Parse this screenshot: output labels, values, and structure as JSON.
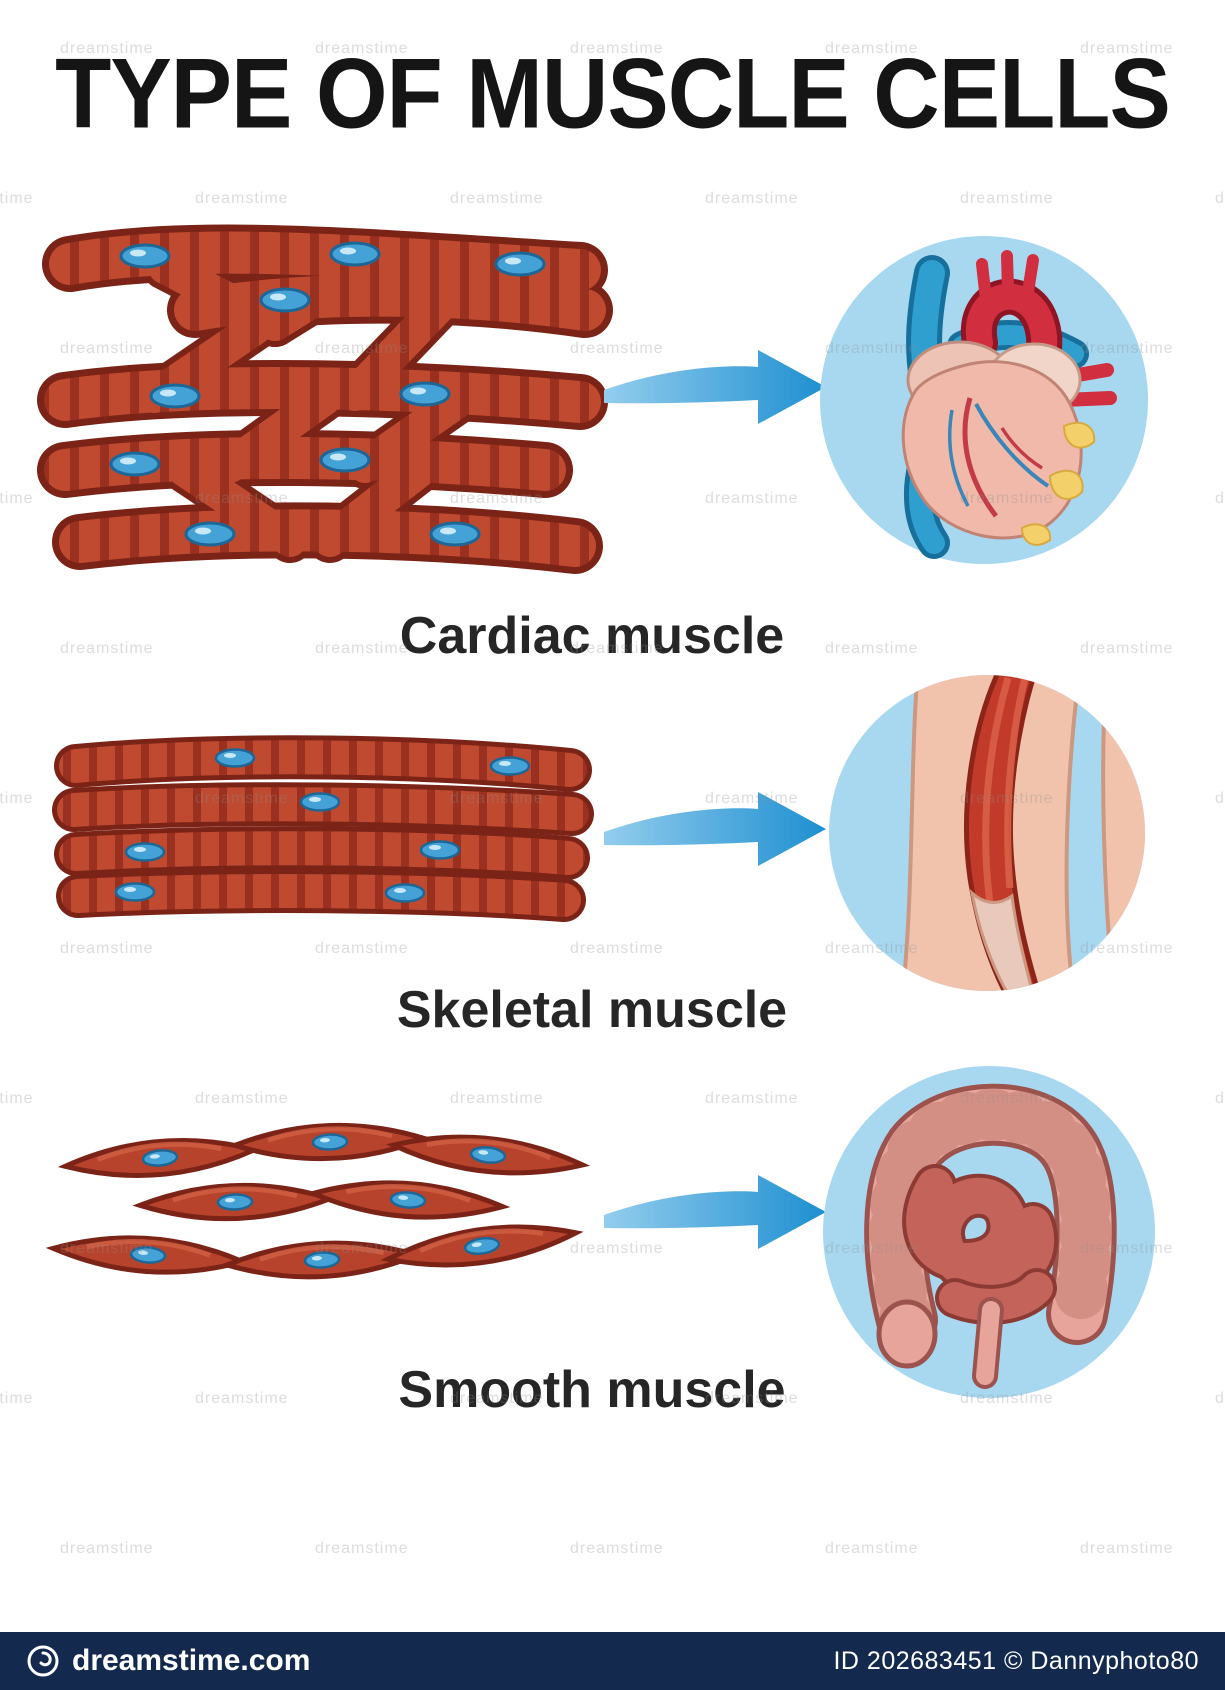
{
  "title": "TYPE OF MUSCLE CELLS",
  "sections": [
    {
      "id": "cardiac",
      "label": "Cardiac muscle",
      "cell_icon": "cardiac-muscle-cells",
      "organ_icon": "heart"
    },
    {
      "id": "skeletal",
      "label": "Skeletal muscle",
      "cell_icon": "skeletal-muscle-fibers",
      "organ_icon": "limb-muscle"
    },
    {
      "id": "smooth",
      "label": "Smooth muscle",
      "cell_icon": "smooth-muscle-cells",
      "organ_icon": "intestines"
    }
  ],
  "watermark": {
    "text": "dreamstime"
  },
  "footer": {
    "site": "dreamstime.com",
    "credit": "ID 202683451 © Dannyphoto80"
  },
  "colors": {
    "cell_red": "#bf4a30",
    "cell_dark_outline": "#7c2317",
    "nucleus_blue": "#45a2d6",
    "arrow_blue_light": "#93cdee",
    "arrow_blue_dark": "#1e8fd0",
    "circle_bg": "#a8d8f0",
    "footer_bg": "#14294e",
    "title_color": "#151515"
  }
}
